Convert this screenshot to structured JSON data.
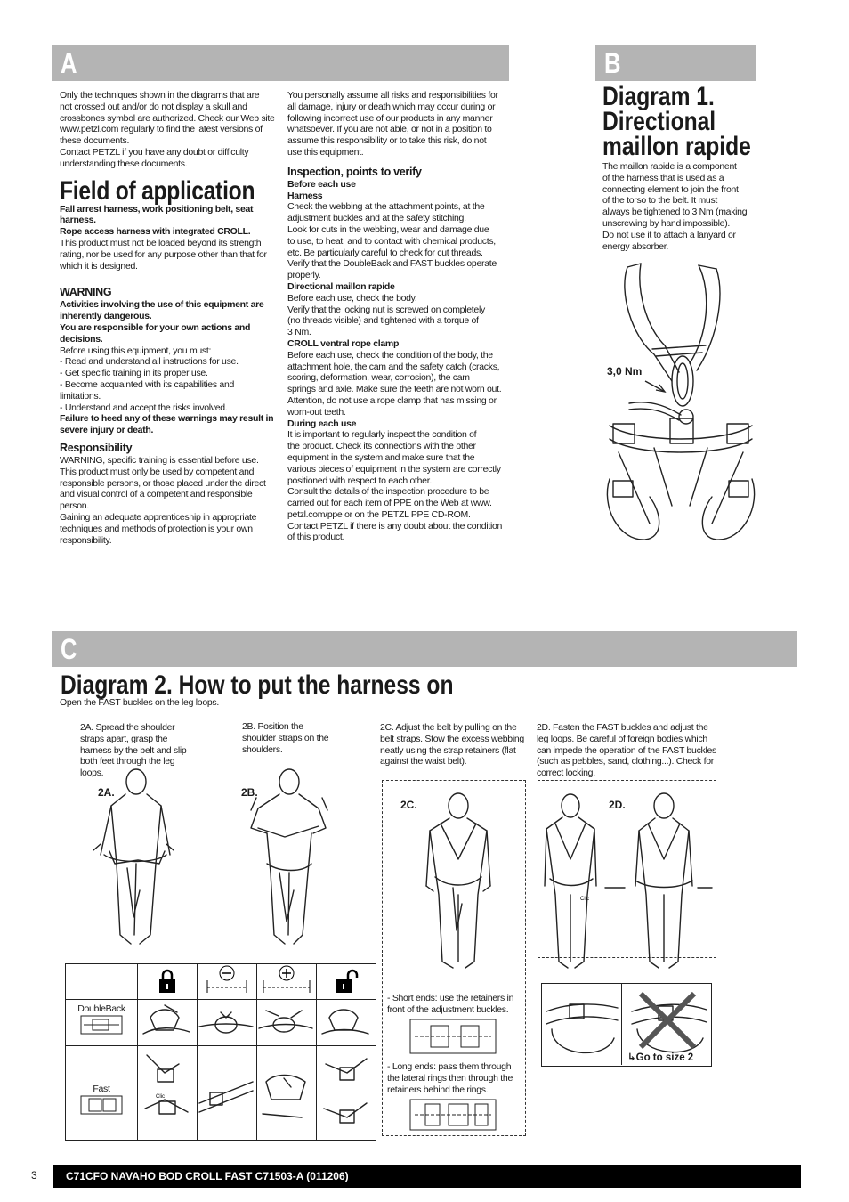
{
  "sections": {
    "a": {
      "letter": "A"
    },
    "b": {
      "letter": "B"
    },
    "c": {
      "letter": "C"
    }
  },
  "col1": {
    "intro": [
      "Only the techniques shown in the diagrams that are",
      "not crossed out and/or do not display a skull and",
      "crossbones symbol are authorized. Check our Web site",
      "www.petzl.com regularly to find the latest versions of",
      "these documents.",
      "Contact PETZL if you have any doubt or difficulty",
      "understanding these documents."
    ],
    "field_title": "Field of application",
    "field_bold1": "Fall arrest harness, work positioning belt, seat",
    "field_bold1b": "harness.",
    "field_bold2": "Rope access harness with integrated CROLL.",
    "field_text": [
      "This product must not be loaded beyond its strength",
      "rating, nor be used for any purpose other than that for",
      "which it is designed."
    ],
    "warning_title": "WARNING",
    "warning_bold": [
      "Activities involving the use of this equipment are",
      "inherently dangerous.",
      "You are responsible for your own actions and",
      "decisions."
    ],
    "warning_text": [
      "Before using this equipment, you must:",
      "- Read and understand all instructions for use.",
      "- Get specific training in its proper use.",
      "- Become acquainted with its capabilities and",
      "limitations.",
      "- Understand and accept the risks involved."
    ],
    "warning_bold2": [
      "Failure to heed any of these warnings may result in",
      "severe injury or death."
    ],
    "resp_title": "Responsibility",
    "resp_text": [
      "WARNING, specific training is essential before use.",
      "This product must only be used by competent and",
      "responsible persons, or those placed under the direct",
      "and visual control of a competent and responsible",
      "person.",
      "Gaining an adequate apprenticeship in appropriate",
      "techniques and methods of protection is your own",
      "responsibility."
    ]
  },
  "col2": {
    "intro": [
      "You personally assume all risks and responsibilities for",
      "all damage, injury or death which may occur during or",
      "following incorrect use of our products in any manner",
      "whatsoever. If you are not able, or not in a position to",
      "assume this responsibility or to take this risk, do not",
      "use this equipment."
    ],
    "insp_title": "Inspection, points to verify",
    "before_each_use": "Before each use",
    "harness": "Harness",
    "harness_text": [
      "Check the webbing at the attachment points, at the",
      "adjustment buckles and at the safety stitching.",
      "Look for cuts in the webbing, wear and damage due",
      "to use, to heat, and to contact with chemical products,",
      "etc. Be particularly careful to check for cut threads.",
      "Verify that the DoubleBack and FAST buckles operate",
      "properly."
    ],
    "maillon": "Directional maillon rapide",
    "maillon_text": [
      "Before each use, check the body.",
      "Verify that the locking nut is screwed on completely",
      "(no threads visible) and tightened with a torque of",
      "3 Nm."
    ],
    "croll": "CROLL ventral rope clamp",
    "croll_text": [
      "Before each use, check the condition of the body, the",
      "attachment hole, the cam and the safety catch (cracks,",
      "scoring, deformation, wear, corrosion), the cam",
      "springs and axle. Make sure the teeth are not worn out.",
      "Attention, do not use a rope clamp that has missing or",
      "worn-out teeth."
    ],
    "during": "During each use",
    "during_text": [
      "It is important to regularly inspect the condition of",
      "the product. Check its connections with the other",
      "equipment in the system and make sure that the",
      "various pieces of equipment in the system are correctly",
      "positioned with respect to each other.",
      "Consult the details of the inspection procedure to be",
      "carried out for each item of PPE on the Web at www.",
      "petzl.com/ppe or on the PETZL PPE CD-ROM.",
      "Contact PETZL if there is any doubt about the condition",
      "of this product."
    ]
  },
  "diagram1": {
    "title_lines": [
      "Diagram 1.",
      "Directional",
      "maillon rapide"
    ],
    "text": [
      "The maillon rapide is a component",
      "of the harness that is used as a",
      "connecting element to join the front",
      "of the torso to the belt. It must",
      "always be tightened to 3 Nm (making",
      "unscrewing by hand impossible).",
      "Do not use it to attach a lanyard or",
      "energy absorber."
    ],
    "torque_label": "3,0 Nm"
  },
  "diagram2": {
    "title": "Diagram 2. How to put the harness on",
    "subtitle": "Open the FAST buckles on the leg loops.",
    "step_a_text": [
      "2A. Spread the shoulder",
      "straps apart, grasp the",
      "harness by the belt and slip",
      "both feet through the leg",
      "loops."
    ],
    "step_b_text": [
      "2B. Position the",
      "shoulder straps on the",
      "shoulders."
    ],
    "step_c_text": [
      "2C. Adjust the belt by pulling on the",
      "belt straps. Stow the excess webbing",
      "neatly using the strap retainers (flat",
      "against the waist belt)."
    ],
    "step_d_text": [
      "2D. Fasten the FAST buckles and adjust the",
      "leg loops. Be careful of foreign bodies which",
      "can impede the operation of the FAST buckles",
      "(such as pebbles, sand, clothing...). Check for",
      "correct locking."
    ],
    "label_a": "2A.",
    "label_b": "2B.",
    "label_c": "2C.",
    "label_d": "2D.",
    "short_ends": [
      "- Short ends: use the retainers in",
      "front of the adjustment buckles."
    ],
    "long_ends": [
      "- Long ends: pass them through",
      "the lateral rings then through the",
      "retainers behind the rings."
    ],
    "doubleback_label": "DoubleBack",
    "fast_label": "Fast",
    "go_to_size": "Go to size 2",
    "clic": "Clic"
  },
  "footer": {
    "page_number": "3",
    "doc_ref": "C71CFO NAVAHO BOD CROLL FAST  C71503-A (011206)"
  },
  "icons": [
    "lock-closed-icon",
    "minus-circle-icon",
    "plus-circle-icon",
    "lock-open-icon",
    "arrow-up-icon"
  ]
}
